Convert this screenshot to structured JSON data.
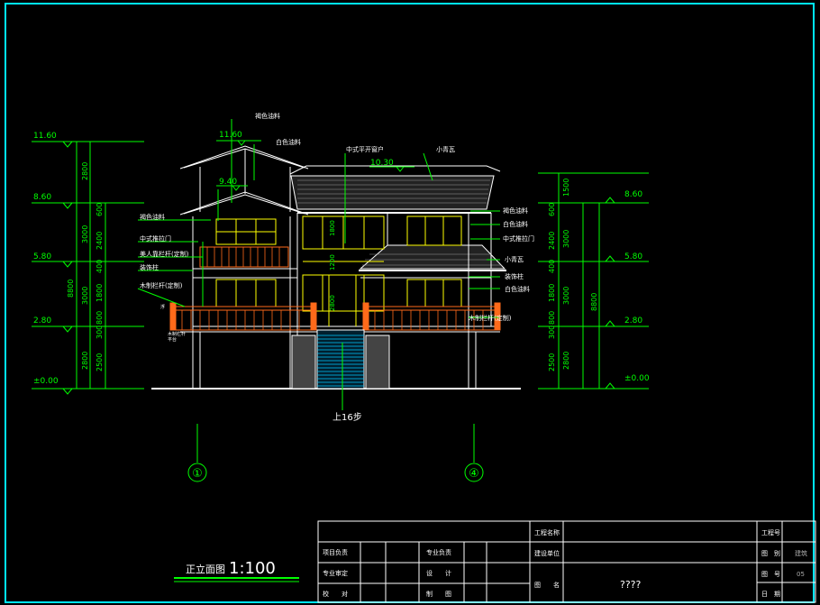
{
  "colors": {
    "background": "#000000",
    "frame": "#00e5ff",
    "dimension": "#00ff00",
    "building": "#ffffff",
    "window": "#ffff00",
    "railing": "#ff6a1a",
    "roof": "#bbbbbb",
    "stairs": "#00c8ff",
    "titleblock": "#ffffff"
  },
  "elevations": {
    "left": [
      "11.60",
      "8.60",
      "5.80",
      "2.80",
      "±0.00"
    ],
    "right": [
      "8.60",
      "5.80",
      "2.80",
      "±0.00"
    ],
    "roof_11_60": "11.60",
    "roof_10_30": "10.30",
    "roof_9_40": "9.40"
  },
  "dims": {
    "left_total": "8800",
    "left_outer": [
      "2800",
      "3000",
      "3000",
      "2800"
    ],
    "left_inner": [
      "600",
      "2400",
      "400",
      "1800",
      "800",
      "300",
      "2500"
    ],
    "right_outer": [
      "1500",
      "3000",
      "3000",
      "2800"
    ],
    "right_inner": [
      "600",
      "2400",
      "400",
      "1800",
      "800",
      "300",
      "2500"
    ],
    "right_total": "8800",
    "center_1": "1800",
    "center_2": "1200",
    "center_3": "2800"
  },
  "labels": {
    "top_1": "褐色油料",
    "top_2": "白色油料",
    "top_3": "中式平开窗户",
    "top_4": "小青瓦",
    "left_1": "褐色油料",
    "left_2": "中式推拉门",
    "left_3": "美人靠栏杆(定制)",
    "left_4": "装饰柱",
    "left_5": "木制栏杆(定制)",
    "right_1": "褐色油料",
    "right_2": "白色油料",
    "right_3": "中式推拉门",
    "right_4": "小青瓦",
    "right_5": "装饰柱",
    "right_6": "白色油料",
    "right_7": "木制栏杆(定制)",
    "stairs": "上16步",
    "small_1": "浮",
    "small_2": "木制栏杆",
    "small_3": "平台"
  },
  "axes": [
    "①",
    "④"
  ],
  "title": {
    "name": "正立面图",
    "scale": "1:100"
  },
  "titleblock": {
    "c1": "项目负责",
    "c2": "专业审定",
    "c3": "设　　计",
    "c4": "专业负责",
    "c5": "校　　对",
    "c6": "制　　图",
    "c7": "工程名称",
    "c8": "建设单位",
    "c9": "图　　名",
    "c10": "????",
    "c11": "工程号",
    "c12": "图　别",
    "c13": "建筑",
    "c14": "图　号",
    "c15": "05",
    "c16": "日　期"
  }
}
